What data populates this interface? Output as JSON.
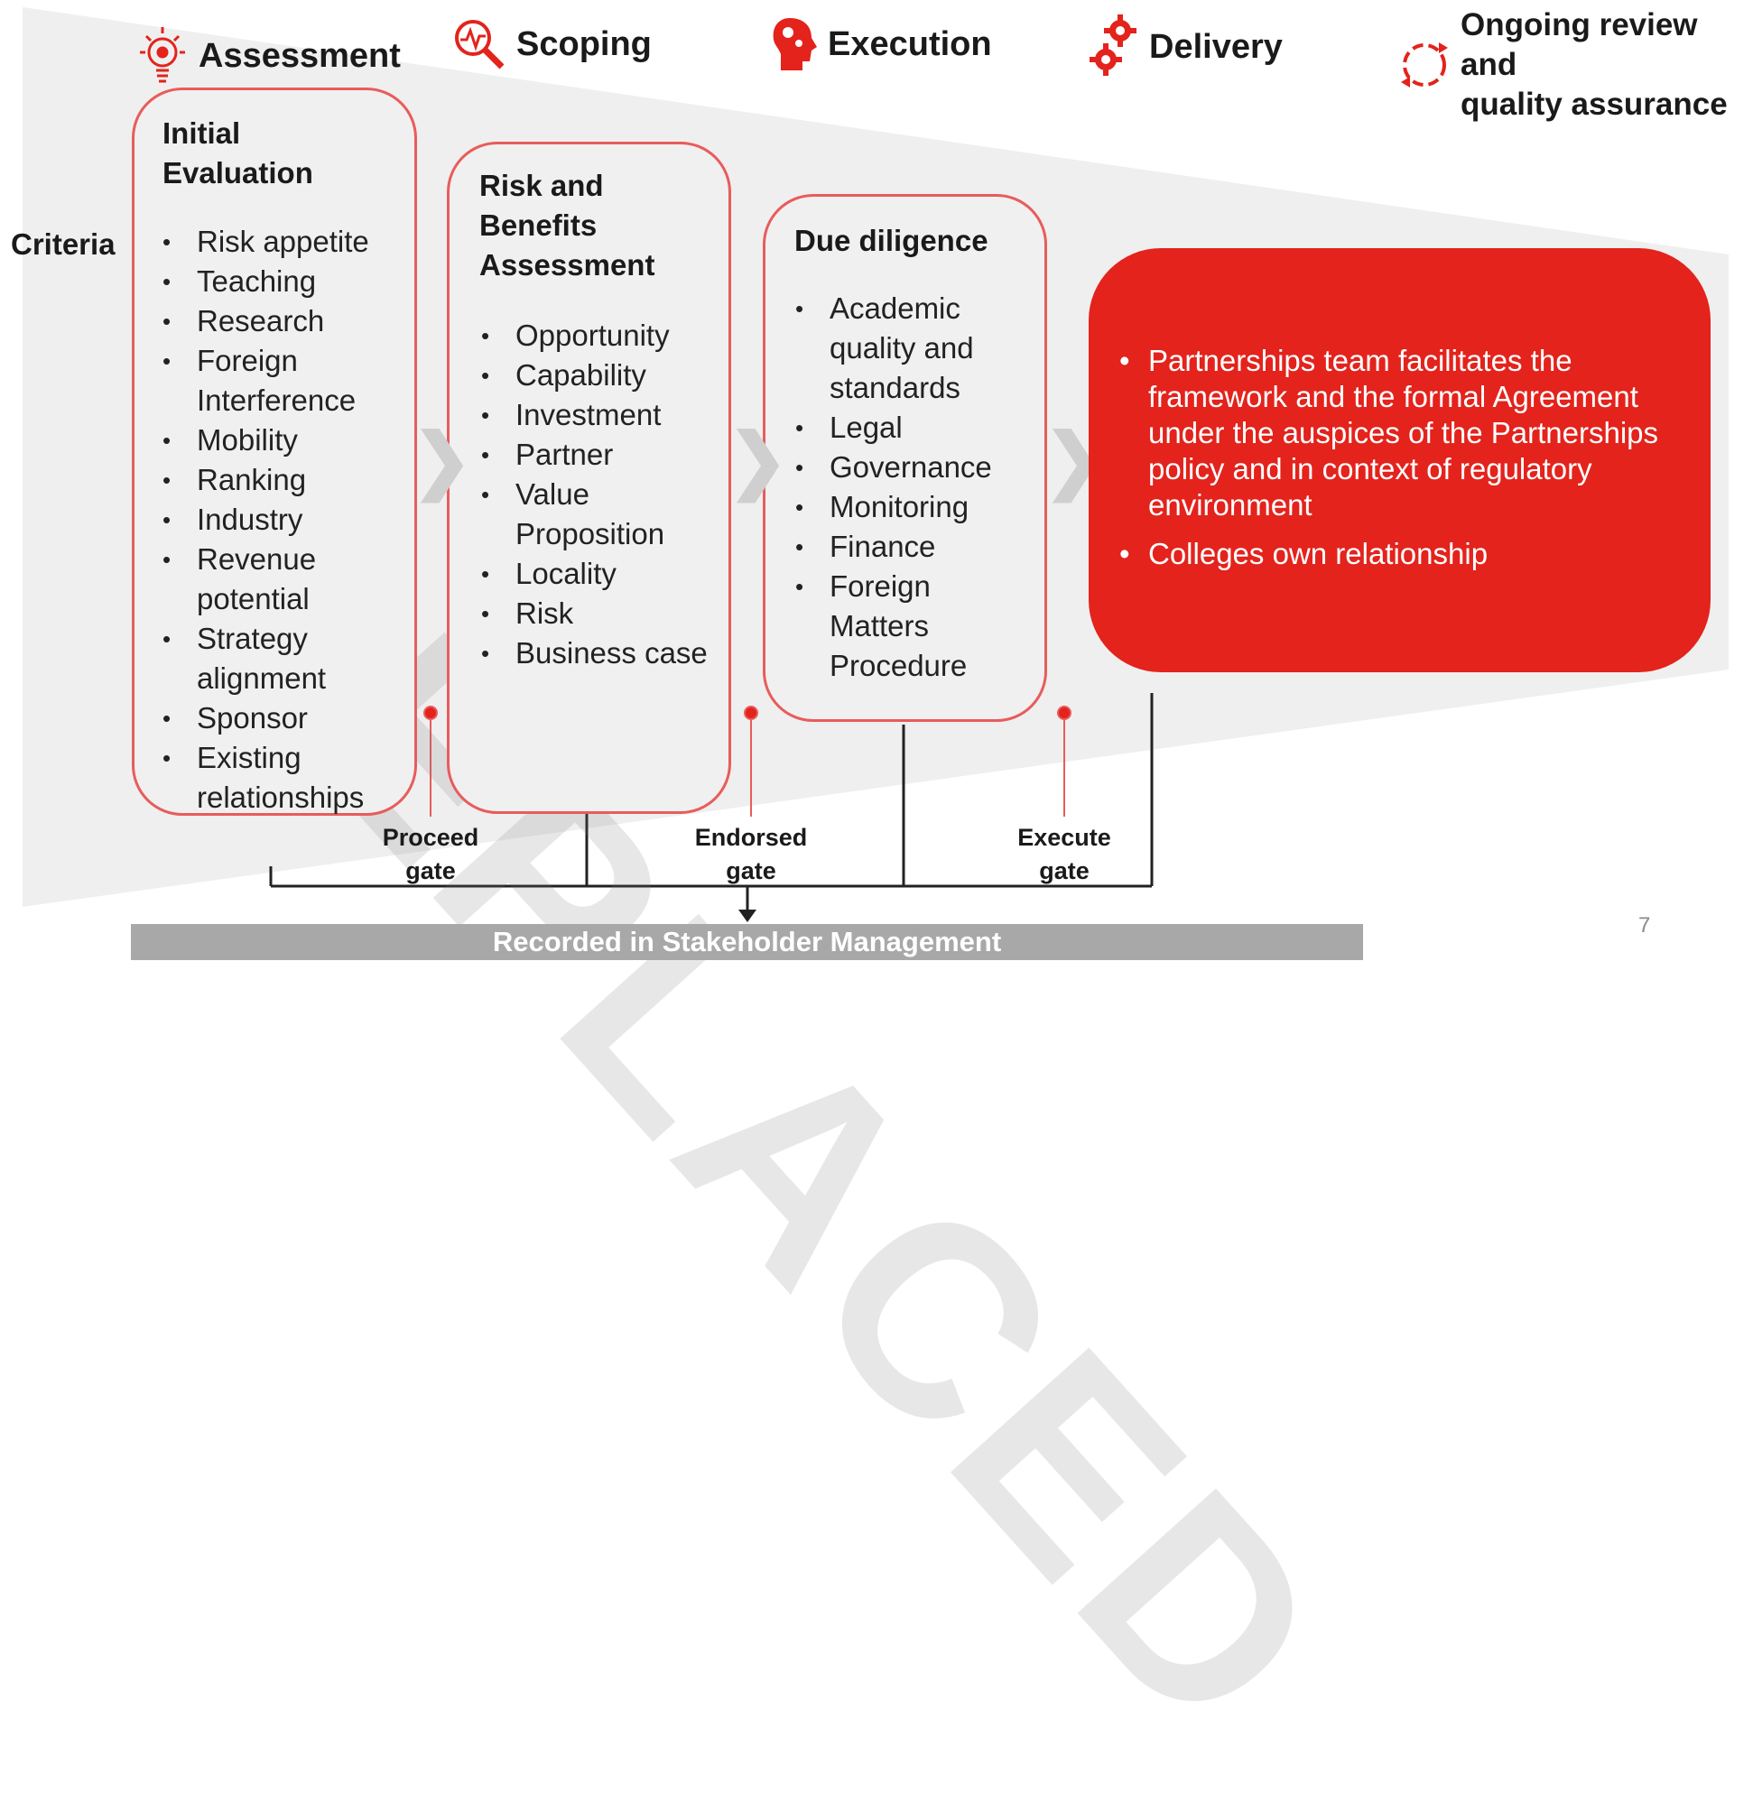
{
  "stages": [
    {
      "label": "Assessment",
      "icon": "lightbulb-icon"
    },
    {
      "label": "Scoping",
      "icon": "magnifier-icon"
    },
    {
      "label": "Execution",
      "icon": "head-gears-icon"
    },
    {
      "label": "Delivery",
      "icon": "gears-icon"
    },
    {
      "label": "Ongoing review and\nquality assurance",
      "icon": "cycle-arrows-icon"
    }
  ],
  "criteria_label": "Criteria",
  "boxes": [
    {
      "title": "Initial\nEvaluation",
      "items": [
        "Risk appetite",
        "Teaching",
        "Research",
        "Foreign Interference",
        "Mobility",
        "Ranking",
        "Industry",
        "Revenue potential",
        "Strategy alignment",
        "Sponsor",
        "Existing relationships"
      ]
    },
    {
      "title": "Risk and\nBenefits\nAssessment",
      "items": [
        "Opportunity",
        "Capability",
        "Investment",
        "Partner",
        "Value Proposition",
        "Locality",
        "Risk",
        "Business case"
      ]
    },
    {
      "title": "Due diligence",
      "items": [
        "Academic quality and standards",
        "Legal",
        "Governance",
        "Monitoring",
        "Finance",
        "Foreign Matters Procedure"
      ]
    }
  ],
  "delivery_box": {
    "items": [
      "Partnerships team facilitates the framework and the formal Agreement under the auspices of the Partnerships policy and in context of regulatory environment",
      "Colleges own relationship"
    ]
  },
  "gates": [
    "Proceed\ngate",
    "Endorsed\ngate",
    "Execute\ngate"
  ],
  "recorded_label": "Recorded in Stakeholder Management",
  "page_number": "7",
  "watermark": "REPLACED",
  "colors": {
    "accent_red": "#e3231c",
    "box_border": "#e85c5c",
    "funnel_grey": "#efefef",
    "bar_grey": "#a8a8a8"
  }
}
